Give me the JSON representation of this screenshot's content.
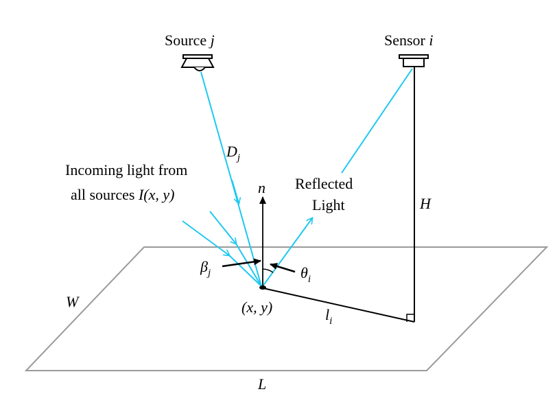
{
  "source_label": {
    "text": "Source",
    "var": "j"
  },
  "sensor_label": {
    "text": "Sensor",
    "var": "i"
  },
  "distance_label": {
    "var": "D",
    "sub": "j"
  },
  "incoming_label": {
    "line1": "Incoming light from",
    "line2": "all sources",
    "formula": "I(x, y)"
  },
  "normal_label": "n",
  "reflected_label": {
    "line1": "Reflected",
    "line2": "Light"
  },
  "height_label": "H",
  "beta_label": {
    "var": "β",
    "sub": "j"
  },
  "theta_label": {
    "var": "θ",
    "sub": "i"
  },
  "point_label": "(x, y)",
  "l_label": {
    "var": "l",
    "sub": "i"
  },
  "width_label": "W",
  "length_label": "L",
  "colors": {
    "ray": "#1ec8f0",
    "plane": "#9a9a9a",
    "ink": "#000000"
  }
}
